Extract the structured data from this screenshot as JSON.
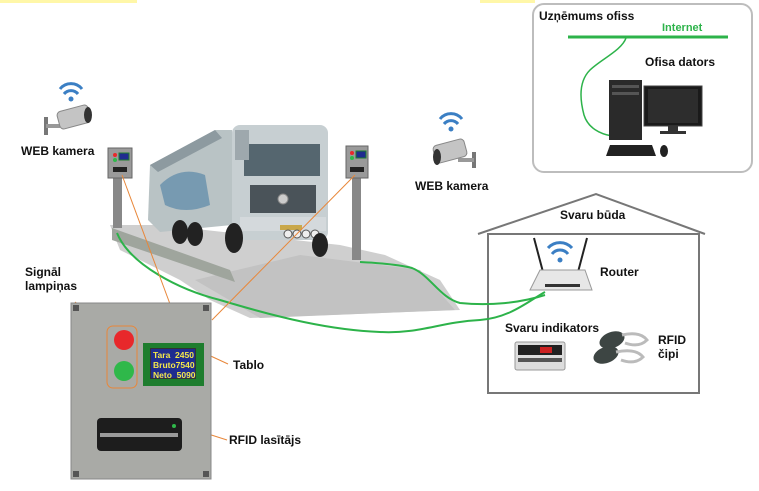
{
  "diagram": {
    "title": "Truck weighing station network diagram",
    "office": {
      "title": "Uzņēmums ofiss",
      "internet_label": "Internet",
      "computer_label": "Ofisa dators"
    },
    "cameras": [
      {
        "label": "WEB kamera"
      },
      {
        "label": "WEB kamera"
      }
    ],
    "booth": {
      "title": "Svaru būda",
      "router_label": "Router",
      "indicator_label": "Svaru indikators",
      "rfid_chips_label_line1": "RFID",
      "rfid_chips_label_line2": "čipi"
    },
    "terminal": {
      "signal_lights_label_line1": "Signāl",
      "signal_lights_label_line2": "lampiņas",
      "display_label": "Tablo",
      "reader_label": "RFID lasītājs",
      "display_lines": [
        "Tara  2450",
        "Bruto7540",
        "Neto  5090"
      ]
    },
    "colors": {
      "cable": "#2db34a",
      "leader": "#e8873a",
      "wifi": "#3b7fc4",
      "lamp_red": "#e8282b",
      "lamp_green": "#2fb84a",
      "display_bg": "#1f2c8f",
      "display_text": "#f5e94a",
      "display_frame": "#1e7d2e"
    }
  }
}
